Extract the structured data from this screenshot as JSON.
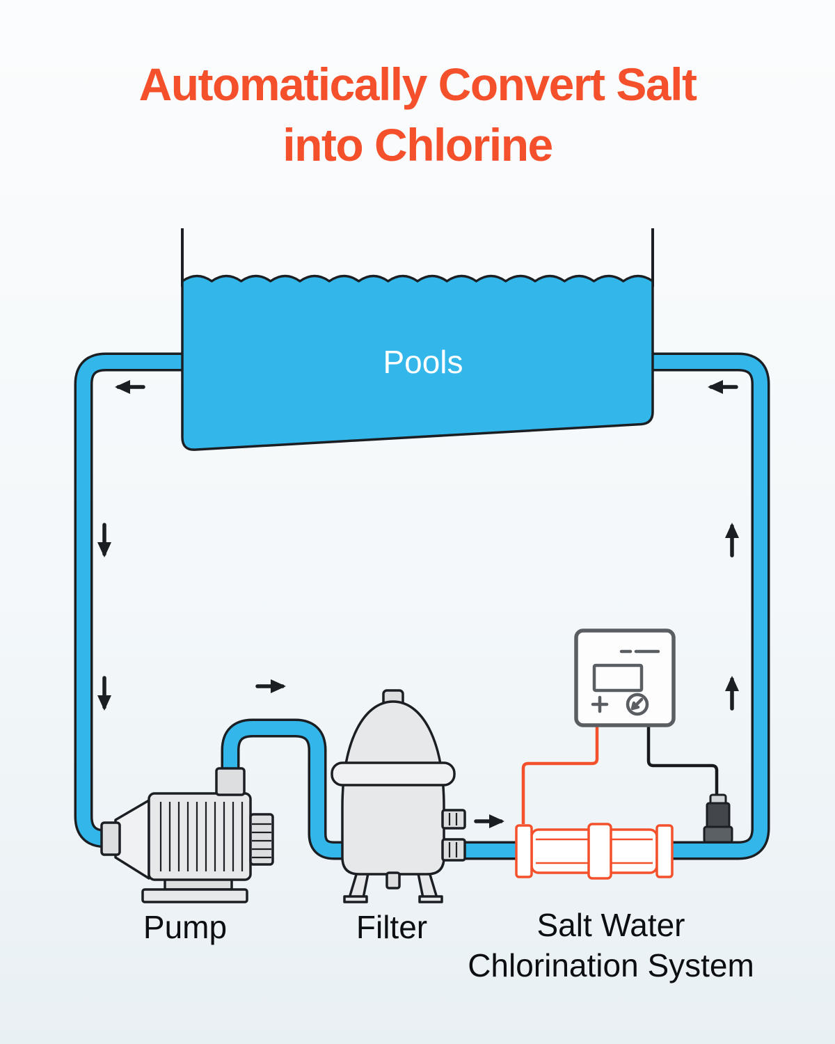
{
  "title": {
    "line1": "Automatically Convert Salt",
    "line2": "into Chlorine"
  },
  "pool": {
    "label": "Pools"
  },
  "components": {
    "pump": {
      "label": "Pump"
    },
    "filter": {
      "label": "Filter"
    },
    "chlorinator": {
      "label_line1": "Salt Water",
      "label_line2": "Chlorination System"
    }
  },
  "colors": {
    "accent_orange": "#F4502B",
    "water_blue": "#33B7EA",
    "outline_dark": "#1B1E22",
    "equipment_gray": "#E7E8EA",
    "control_gray": "#5A5E63"
  }
}
